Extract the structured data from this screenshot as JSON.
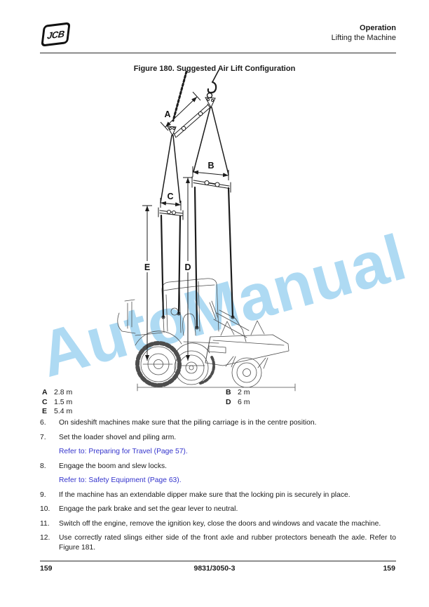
{
  "header": {
    "logo": "JCB",
    "section": "Operation",
    "subsection": "Lifting the Machine"
  },
  "figure": {
    "title": "Figure 180. Suggested Air Lift Configuration",
    "watermark": "AutoManual",
    "dim_labels": {
      "a": "A",
      "b": "B",
      "c": "C",
      "d": "D",
      "e": "E"
    },
    "legend_left": [
      {
        "key": "A",
        "value": "2.8 m"
      },
      {
        "key": "C",
        "value": "1.5 m"
      },
      {
        "key": "E",
        "value": "5.4 m"
      }
    ],
    "legend_right": [
      {
        "key": "B",
        "value": "2 m"
      },
      {
        "key": "D",
        "value": "6 m"
      }
    ]
  },
  "steps": [
    {
      "num": "6.",
      "text": "On sideshift machines make sure that the piling carriage is in the centre position."
    },
    {
      "num": "7.",
      "text": "Set the loader shovel and piling arm.",
      "link": "Refer to: Preparing for Travel (Page 57)."
    },
    {
      "num": "8.",
      "text": "Engage the boom and slew locks.",
      "link": "Refer to: Safety Equipment (Page 63)."
    },
    {
      "num": "9.",
      "text": "If the machine has an extendable dipper make sure that the locking pin is securely in place."
    },
    {
      "num": "10.",
      "text": "Engage the park brake and set the gear lever to neutral."
    },
    {
      "num": "11.",
      "text": "Switch off the engine, remove the ignition key, close the doors and windows and vacate the machine."
    },
    {
      "num": "12.",
      "text": "Use correctly rated slings either side of the front axle and rubber protectors beneath the axle. Refer to Figure 181.",
      "justify": true
    }
  ],
  "footer": {
    "page_left": "159",
    "doc_number": "9831/3050-3",
    "page_right": "159"
  },
  "colors": {
    "link_blue": "#3333cc",
    "watermark_blue": "#aedaf3",
    "text": "#1a1a1a"
  }
}
